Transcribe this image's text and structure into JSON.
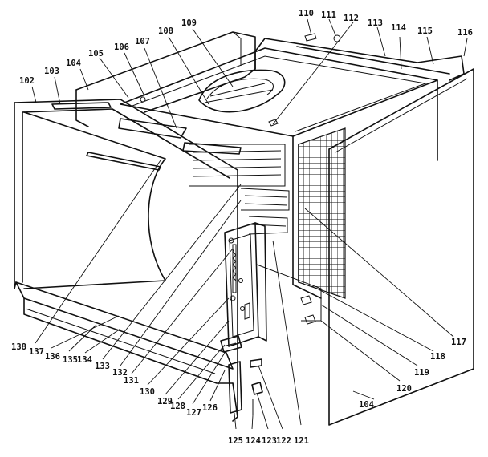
{
  "labels": {
    "l102": "102",
    "l103": "103",
    "l104a": "104",
    "l105": "105",
    "l106": "106",
    "l107": "107",
    "l108": "108",
    "l109": "109",
    "l110": "110",
    "l111": "111",
    "l112": "112",
    "l113": "113",
    "l114": "114",
    "l115": "115",
    "l116": "116",
    "l117": "117",
    "l118": "118",
    "l119": "119",
    "l120": "120",
    "l104b": "104",
    "l121": "121",
    "l122": "122",
    "l123": "123",
    "l124": "124",
    "l125": "125",
    "l126": "126",
    "l127": "127",
    "l128": "128",
    "l129": "129",
    "l130": "130",
    "l131": "131",
    "l132": "132",
    "l133": "133",
    "l134": "134",
    "l135": "135",
    "l136": "136",
    "l137": "137",
    "l138": "138"
  },
  "colors": {
    "ink": "#111111",
    "paper": "#ffffff"
  }
}
